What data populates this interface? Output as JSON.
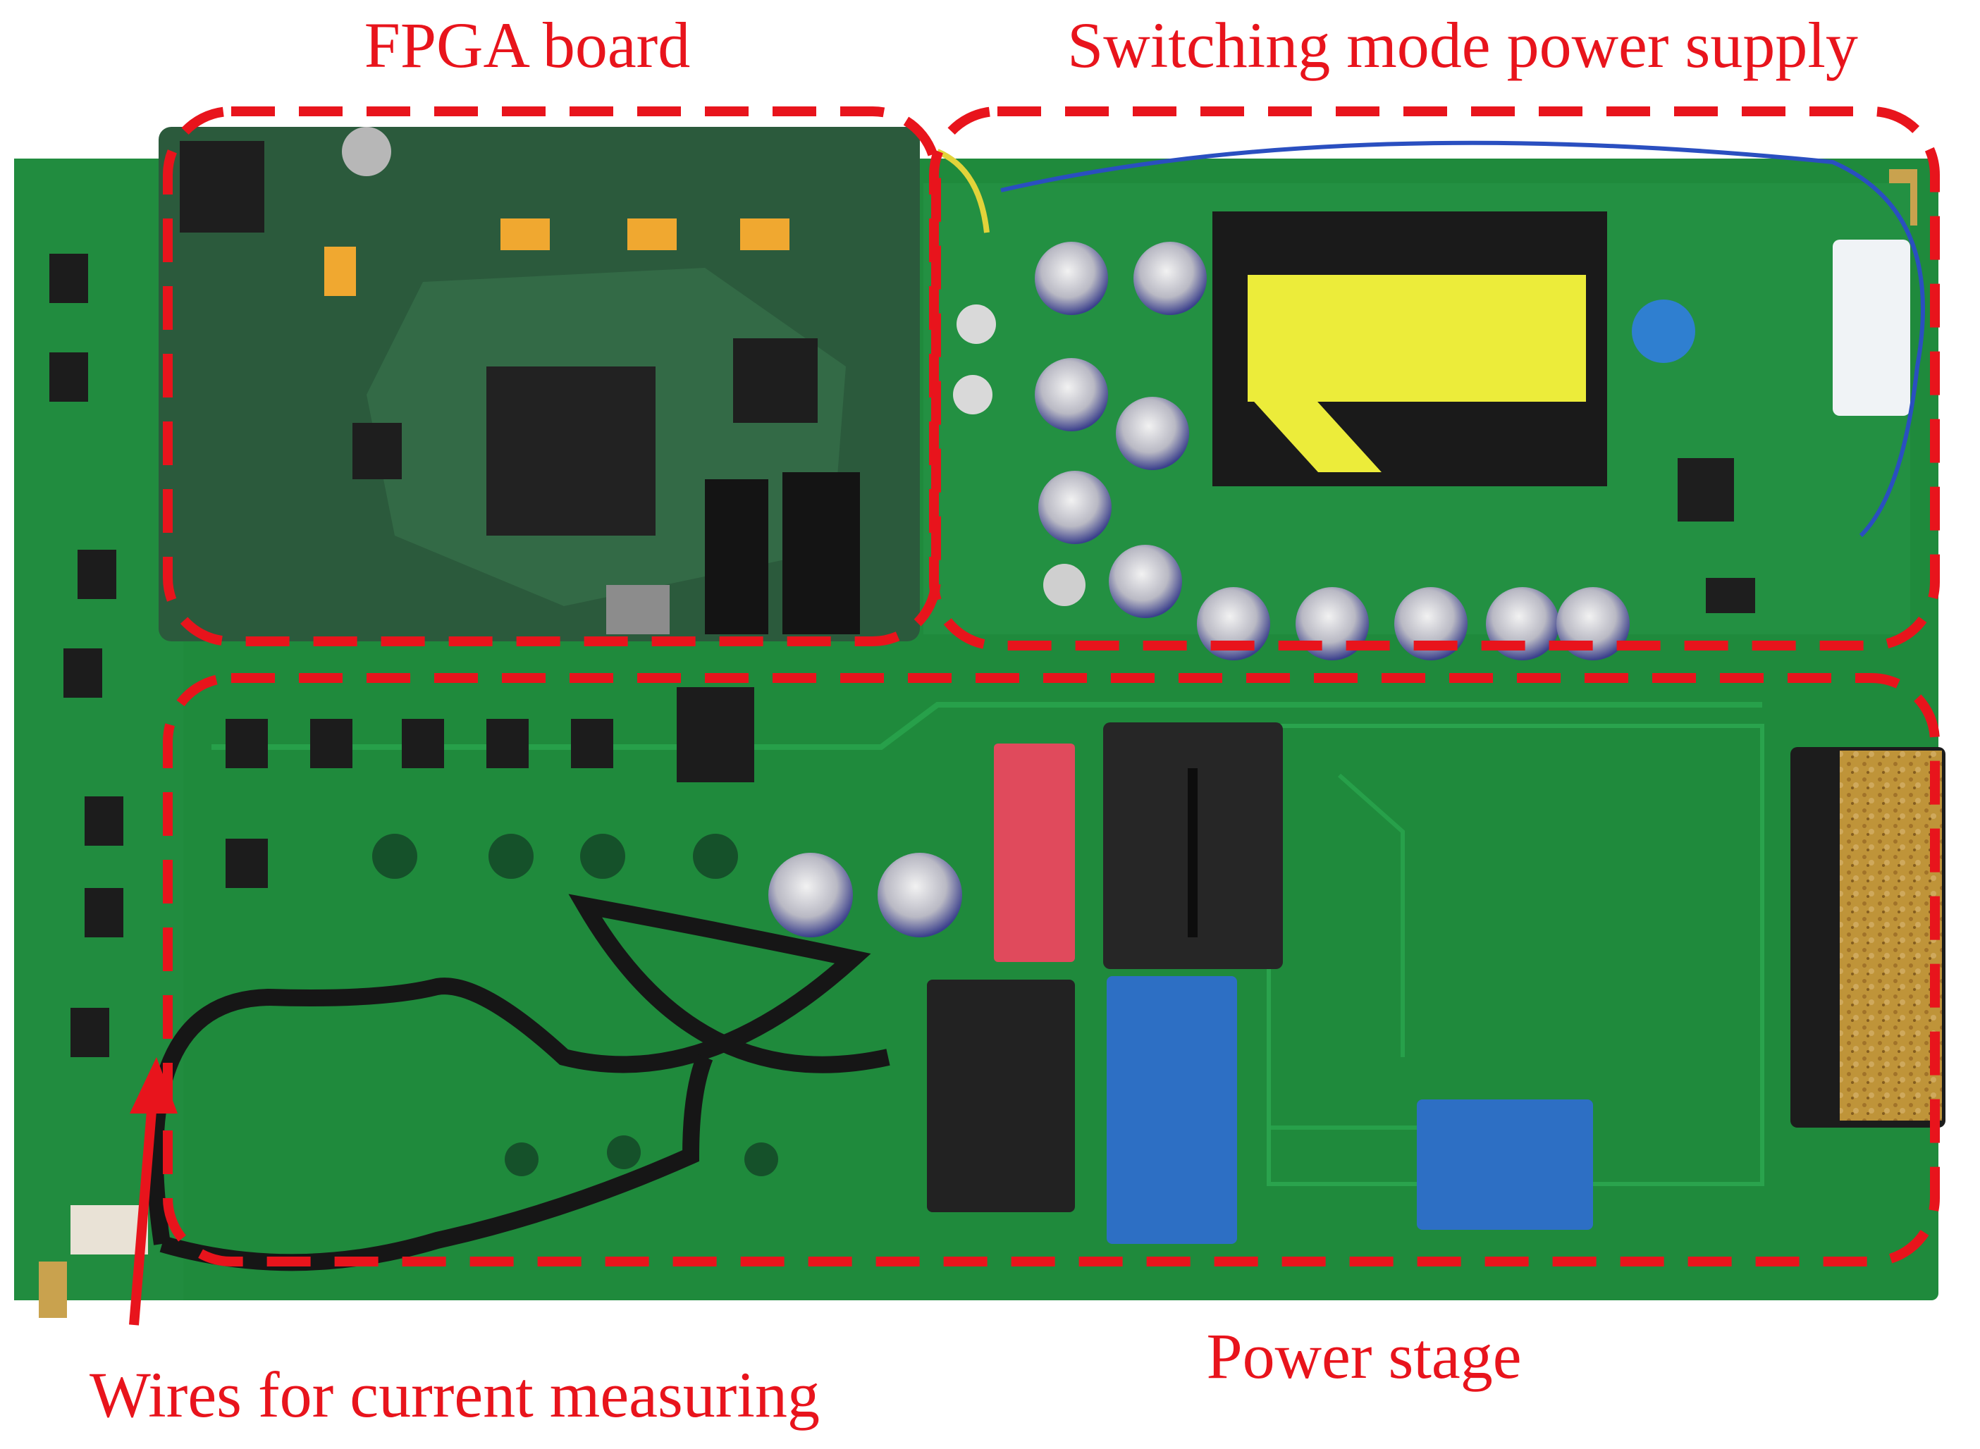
{
  "labels": {
    "fpga_board": "FPGA board",
    "smps": "Switching mode power supply",
    "power_stage": "Power stage",
    "wires": "Wires for current measuring"
  },
  "colors": {
    "annotation_red": "#e8141c",
    "pcb_green": "#1f8a3c",
    "pcb_green_dark": "#146b2c",
    "fpga_board_green": "#2b5a3c"
  }
}
